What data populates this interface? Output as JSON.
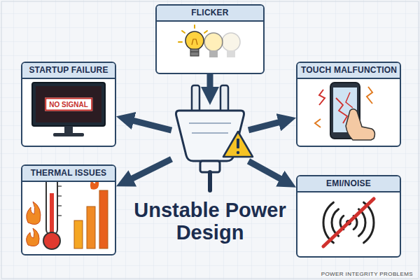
{
  "diagram": {
    "caption": "POWER INTEGRITY PROBLEMS",
    "nodes": [
      {
        "text": [
          "FLICKER"
        ]
      },
      {
        "text": [
          "STARTUP FAILURE"
        ]
      },
      {
        "text": [
          "TOUCH MALFUNCTION"
        ]
      },
      {
        "text": [
          "THERMAL ISSUES"
        ]
      },
      {
        "text": [
          "EMI/NOISE"
        ]
      },
      {
        "text": [
          "Unstable Power Design"
        ]
      }
    ],
    "edges": [
      {
        "from": 0,
        "to": 5,
        "arrow": "to"
      },
      {
        "from": 5,
        "to": 1,
        "arrow": "to"
      },
      {
        "from": 5,
        "to": 2,
        "arrow": "to"
      },
      {
        "from": 5,
        "to": 3,
        "arrow": "to"
      },
      {
        "from": 5,
        "to": 4,
        "arrow": "to"
      }
    ],
    "labels": [
      "NO SIGNAL"
    ]
  }
}
